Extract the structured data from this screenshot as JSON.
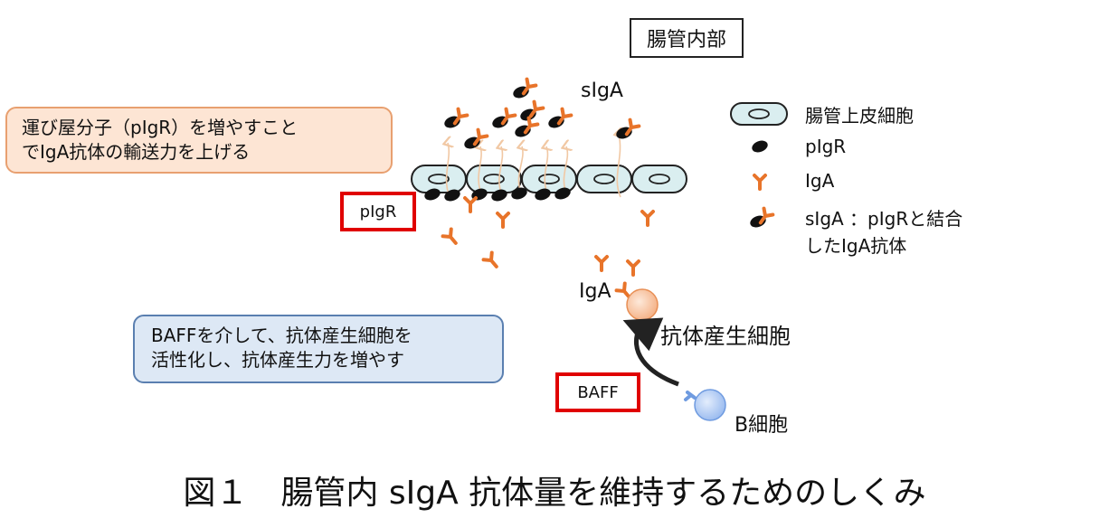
{
  "labels": {
    "lumen": "腸管内部",
    "sIgA_top": "sIgA",
    "pIgR_box": "pIgR",
    "IgA_near_cell": "IgA",
    "plasma_cell": "抗体産生細胞",
    "BAFF_box": "BAFF",
    "B_cell": "B細胞"
  },
  "callouts": {
    "pigr_note": [
      "運び屋分子（pIgR）を増やすこと",
      "でIgA抗体の輸送力を上げる"
    ],
    "baff_note": [
      "BAFFを介して、抗体産生細胞を",
      "活性化し、抗体産生力を増やす"
    ]
  },
  "legend": [
    {
      "icon": "epithelial-cell",
      "text": [
        "腸管上皮細胞"
      ]
    },
    {
      "icon": "pigr",
      "text": [
        "pIgR"
      ]
    },
    {
      "icon": "iga",
      "text": [
        "IgA"
      ]
    },
    {
      "icon": "siga",
      "text": [
        "sIgA ：pIgRと結合",
        "したIgA抗体"
      ]
    }
  ],
  "caption": "図１　腸管内 sIgA 抗体量を維持するためのしくみ",
  "colors": {
    "iga_orange": "#e8742a",
    "epithelial_fill": "#daeef0",
    "callout_orange_fill": "#fde5d4",
    "callout_orange_border": "#e8a070",
    "callout_blue_fill": "#dde8f5",
    "callout_blue_border": "#5a7fb0",
    "red_box": "#e00000",
    "plasma_cell": "#f9c7a0",
    "b_cell": "#a9c6f2"
  }
}
